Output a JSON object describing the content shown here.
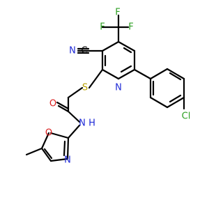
{
  "atoms": [
    {
      "id": "F1",
      "label": "F",
      "class": "f"
    },
    {
      "id": "F2",
      "label": "F",
      "class": "f"
    },
    {
      "id": "F3",
      "label": "F",
      "class": "f"
    },
    {
      "id": "N_cyano",
      "label": "N",
      "class": "n"
    },
    {
      "id": "C_cyano",
      "label": "C",
      "class": "c"
    },
    {
      "id": "S",
      "label": "S",
      "class": "s"
    },
    {
      "id": "N_pyridine",
      "label": "N",
      "class": "n"
    },
    {
      "id": "O_amide",
      "label": "O",
      "class": "o"
    },
    {
      "id": "N_amide",
      "label": "N",
      "class": "n"
    },
    {
      "id": "H_amide",
      "label": "H",
      "class": "h"
    },
    {
      "id": "O_oxazole",
      "label": "O",
      "class": "o"
    },
    {
      "id": "N_oxazole",
      "label": "N",
      "class": "n"
    },
    {
      "id": "Cl",
      "label": "Cl",
      "class": "cl"
    }
  ]
}
